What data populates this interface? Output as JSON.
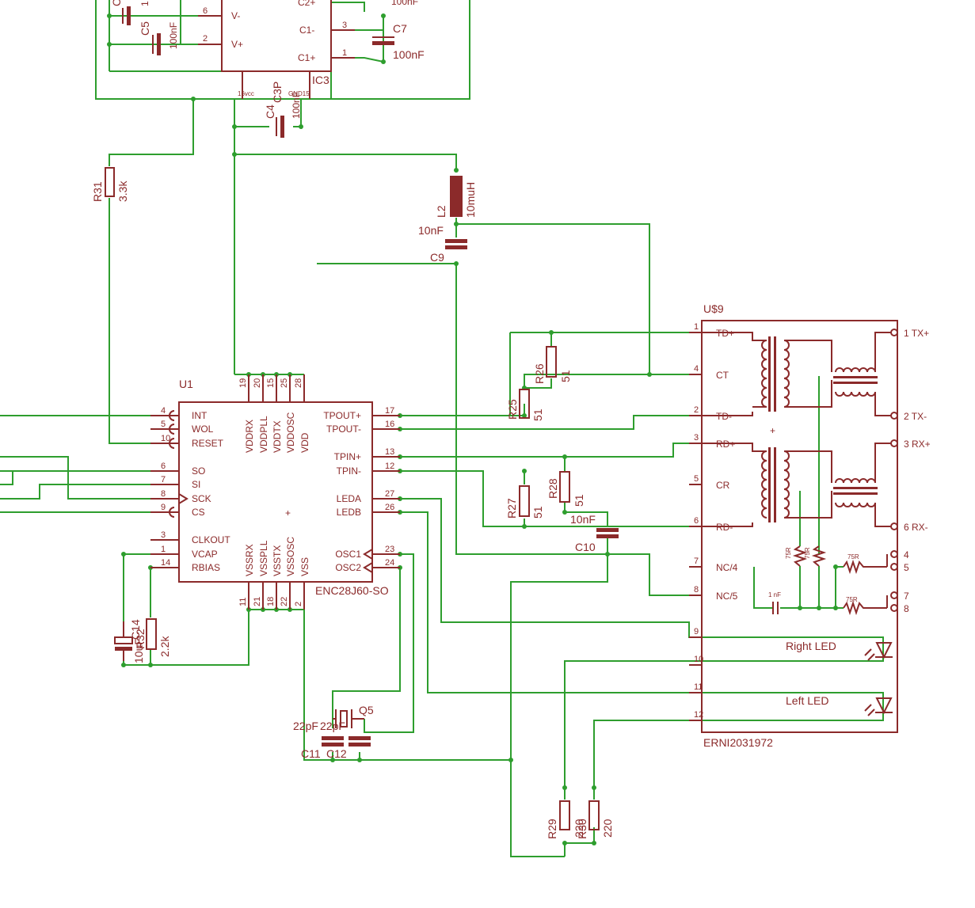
{
  "components": {
    "ic3": {
      "ref": "IC3",
      "pins": [
        {
          "num": "6",
          "name": "V-"
        },
        {
          "num": "2",
          "name": "V+"
        },
        {
          "num": "",
          "name": "C2+"
        },
        {
          "num": "3",
          "name": "C1-"
        },
        {
          "num": "1",
          "name": "C1+"
        }
      ],
      "vcc": "16vcc",
      "gnd": "GND15"
    },
    "c5": {
      "ref": "C5",
      "value": "100nF"
    },
    "c7": {
      "ref": "C7",
      "value": "100nF"
    },
    "c8_value": "100nF",
    "c4": {
      "ref": "C4",
      "value": "100nF"
    },
    "c3p": "C3P",
    "r31": {
      "ref": "R31",
      "value": "3.3k"
    },
    "l2": {
      "ref": "L2",
      "value": "10muH"
    },
    "c9": {
      "ref": "C9",
      "value": "10nF"
    },
    "u1": {
      "ref": "U1",
      "part": "ENC28J60-SO",
      "top_pins": [
        {
          "num": "19",
          "name": "VDDRX"
        },
        {
          "num": "20",
          "name": "VDDPLL"
        },
        {
          "num": "15",
          "name": "VDDTX"
        },
        {
          "num": "25",
          "name": "VDDOSC"
        },
        {
          "num": "28",
          "name": "VDD"
        }
      ],
      "bottom_pins": [
        {
          "num": "11",
          "name": "VSSRX"
        },
        {
          "num": "21",
          "name": "VSSPLL"
        },
        {
          "num": "18",
          "name": "VSSTX"
        },
        {
          "num": "22",
          "name": "VSSOSC"
        },
        {
          "num": "2",
          "name": "VSS"
        }
      ],
      "left_pins": [
        {
          "num": "4",
          "name": "INT"
        },
        {
          "num": "5",
          "name": "WOL"
        },
        {
          "num": "10",
          "name": "RESET"
        },
        {
          "num": "6",
          "name": "SO"
        },
        {
          "num": "7",
          "name": "SI"
        },
        {
          "num": "8",
          "name": "SCK"
        },
        {
          "num": "9",
          "name": "CS"
        },
        {
          "num": "3",
          "name": "CLKOUT"
        },
        {
          "num": "1",
          "name": "VCAP"
        },
        {
          "num": "14",
          "name": "RBIAS"
        }
      ],
      "right_pins": [
        {
          "num": "17",
          "name": "TPOUT+"
        },
        {
          "num": "16",
          "name": "TPOUT-"
        },
        {
          "num": "13",
          "name": "TPIN+"
        },
        {
          "num": "12",
          "name": "TPIN-"
        },
        {
          "num": "27",
          "name": "LEDA"
        },
        {
          "num": "26",
          "name": "LEDB"
        },
        {
          "num": "23",
          "name": "OSC1"
        },
        {
          "num": "24",
          "name": "OSC2"
        }
      ]
    },
    "r26": {
      "ref": "R26",
      "value": "51"
    },
    "r25": {
      "ref": "R25",
      "value": "51"
    },
    "r27": {
      "ref": "R27",
      "value": "51"
    },
    "r28": {
      "ref": "R28",
      "value": "51"
    },
    "c10": {
      "ref": "C10",
      "value": "10nF"
    },
    "c14": {
      "ref": "C14",
      "value": "10uF"
    },
    "r32": {
      "ref": "R32",
      "value": "2.2k"
    },
    "q5": {
      "ref": "Q5"
    },
    "c11": {
      "ref": "C11",
      "value": "22pF"
    },
    "c12": {
      "ref": "C12",
      "value": "22pF"
    },
    "r29": {
      "ref": "R29",
      "value": "220"
    },
    "r30": {
      "ref": "R30",
      "value": "220"
    },
    "u9": {
      "ref": "U$9",
      "part": "ERNI2031972",
      "left_pins": [
        {
          "num": "1",
          "name": "TD+"
        },
        {
          "num": "4",
          "name": "CT"
        },
        {
          "num": "2",
          "name": "TD-"
        },
        {
          "num": "3",
          "name": "RD+"
        },
        {
          "num": "5",
          "name": "CR"
        },
        {
          "num": "6",
          "name": "RD-"
        },
        {
          "num": "7",
          "name": "NC/4"
        },
        {
          "num": "8",
          "name": "NC/5"
        },
        {
          "num": "9",
          "name": ""
        },
        {
          "num": "10",
          "name": ""
        },
        {
          "num": "11",
          "name": ""
        },
        {
          "num": "12",
          "name": ""
        }
      ],
      "right_pins": [
        "1 TX+",
        "2 TX-",
        "3 RX+",
        "6 RX-",
        "4",
        "5",
        "7",
        "8"
      ],
      "leds": [
        "Right LED",
        "Left LED"
      ],
      "res_small": "75R",
      "cap_small": "1 nF"
    }
  }
}
